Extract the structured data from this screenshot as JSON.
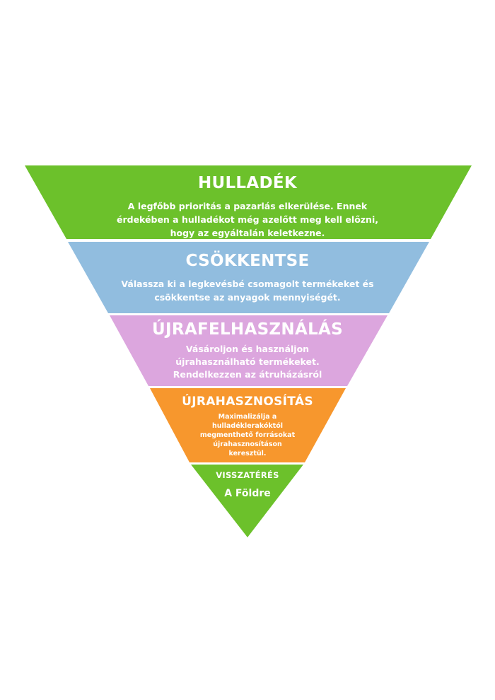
{
  "colors": {
    "layer_1": "#6cc12b",
    "layer_2": "#91bddf",
    "layer_3": "#dca6de",
    "layer_4": "#f7972d",
    "layer_5": "#6cc12b",
    "text": "#ffffff"
  },
  "layers": [
    {
      "title": "HULLADÉK",
      "description": "A legfőbb prioritás a pazarlás elkerülése.  Ennek\nérdekében a hulladékot még azelőtt meg kell előzni,\nhogy az egyáltalán keletkezne."
    },
    {
      "title": "CSÖKKENTSE",
      "description": "Válassza ki a legkevésbé csomagolt termékeket és\ncsökkentse az anyagok mennyiségét."
    },
    {
      "title": "ÚJRAFELHASZNÁLÁS",
      "description": "Vásároljon és használjon\nújrahasználható termékeket.\nRendelkezzen az átruházásról"
    },
    {
      "title": "ÚJRAHASZNOSÍTÁS",
      "description": "Maximalizálja a\nhulladéklerakóktól\nmegmenthető forrásokat\nújrahasznosításon\nkeresztül."
    },
    {
      "title": "VISSZATÉRÉS",
      "description": "A Földre"
    }
  ]
}
